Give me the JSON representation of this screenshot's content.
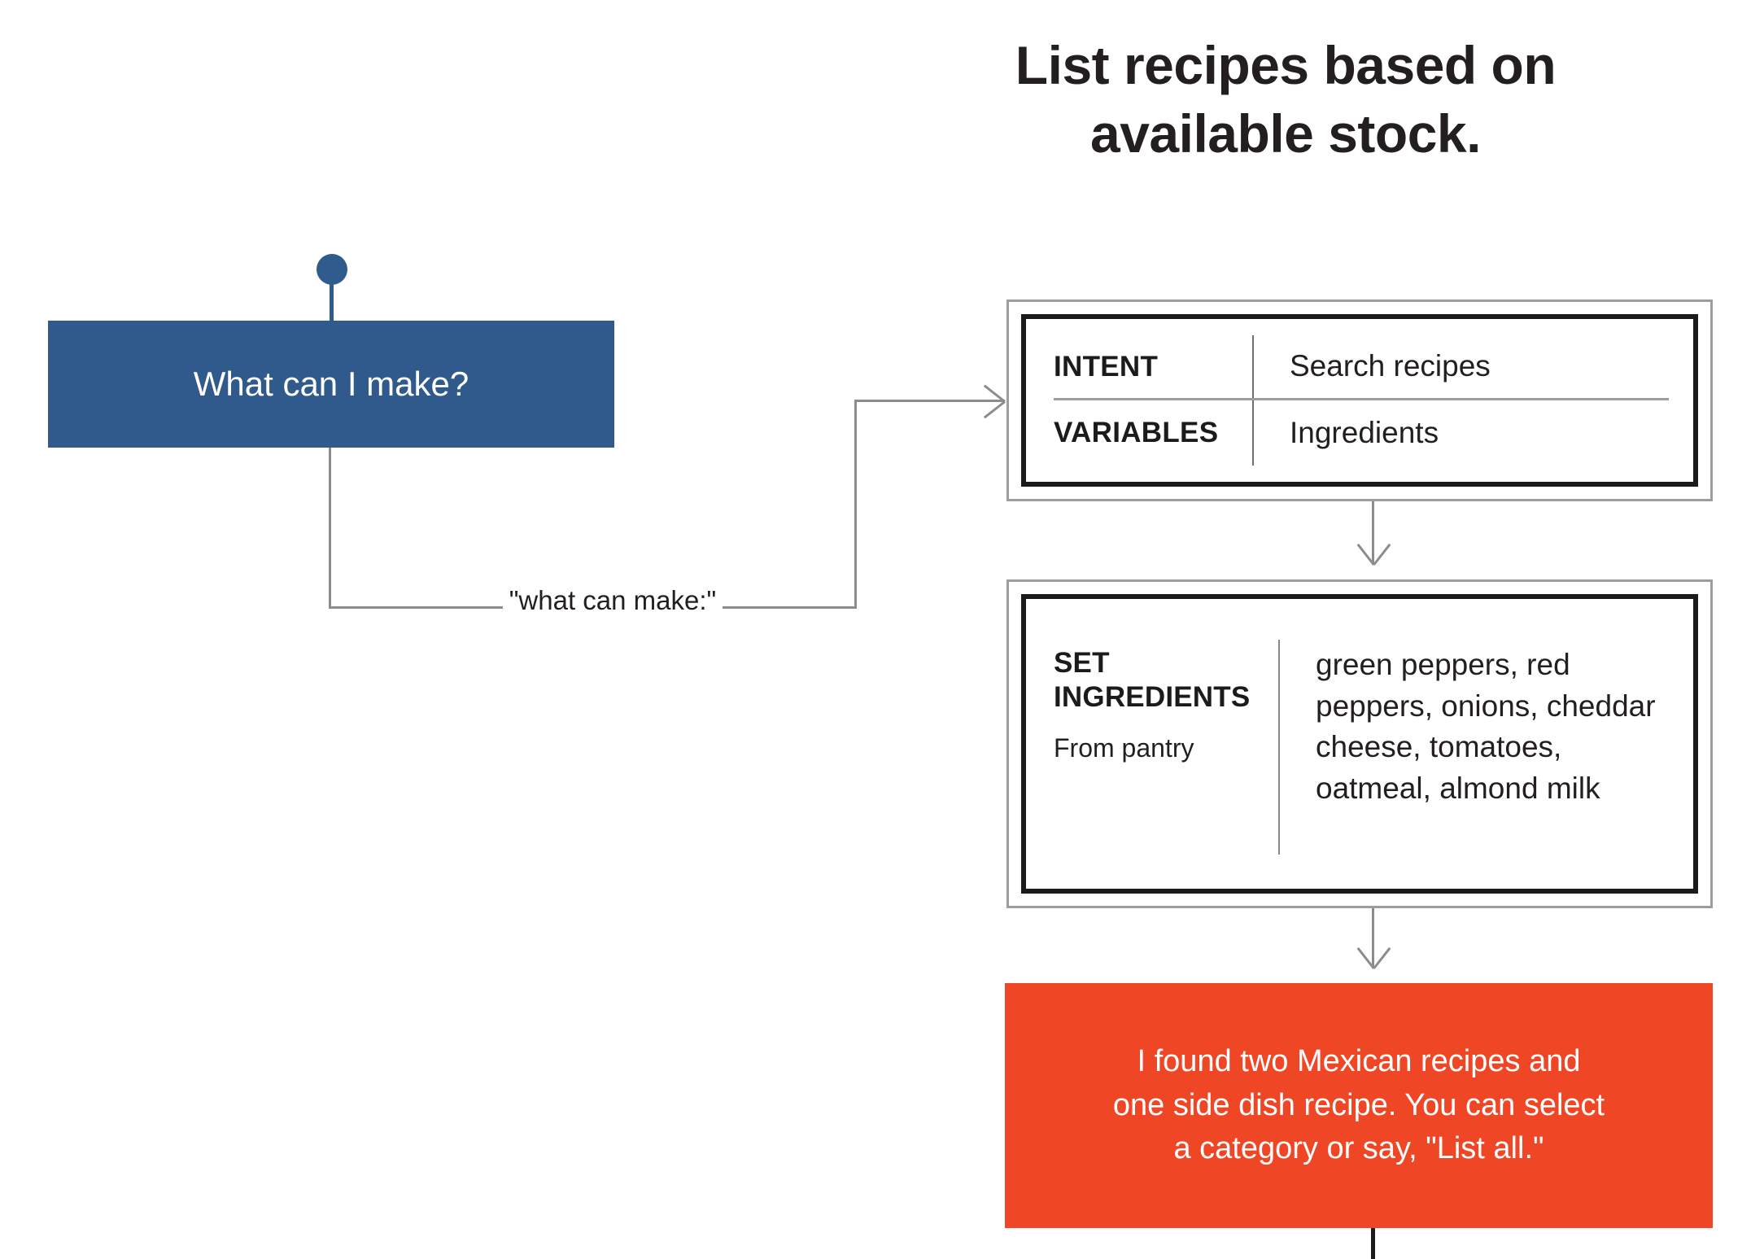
{
  "title": "List recipes based on available stock.",
  "flow": {
    "start_node": "start-circle",
    "user_utterance": "What can I make?",
    "connector_label": "\"what can make:\"",
    "intent_card": {
      "rows": [
        {
          "key": "INTENT",
          "value": "Search recipes"
        },
        {
          "key": "VARIABLES",
          "value": "Ingredients"
        }
      ]
    },
    "set_ingredients_card": {
      "title": "SET INGREDIENTS",
      "subtitle": "From pantry",
      "values": "green peppers, red peppers, onions, cheddar cheese, tomatoes, oatmeal, almond milk"
    },
    "system_response": "I found two Mexican recipes and\none side dish recipe. You can select\na category or say, \"List all.\""
  },
  "colors": {
    "user_box": "#30598C",
    "system_box": "#EF4625",
    "connector": "#8C8C8C",
    "card_border_outer": "#9D9D9D",
    "card_border_inner": "#1B1B1B",
    "text_dark": "#231F20"
  }
}
